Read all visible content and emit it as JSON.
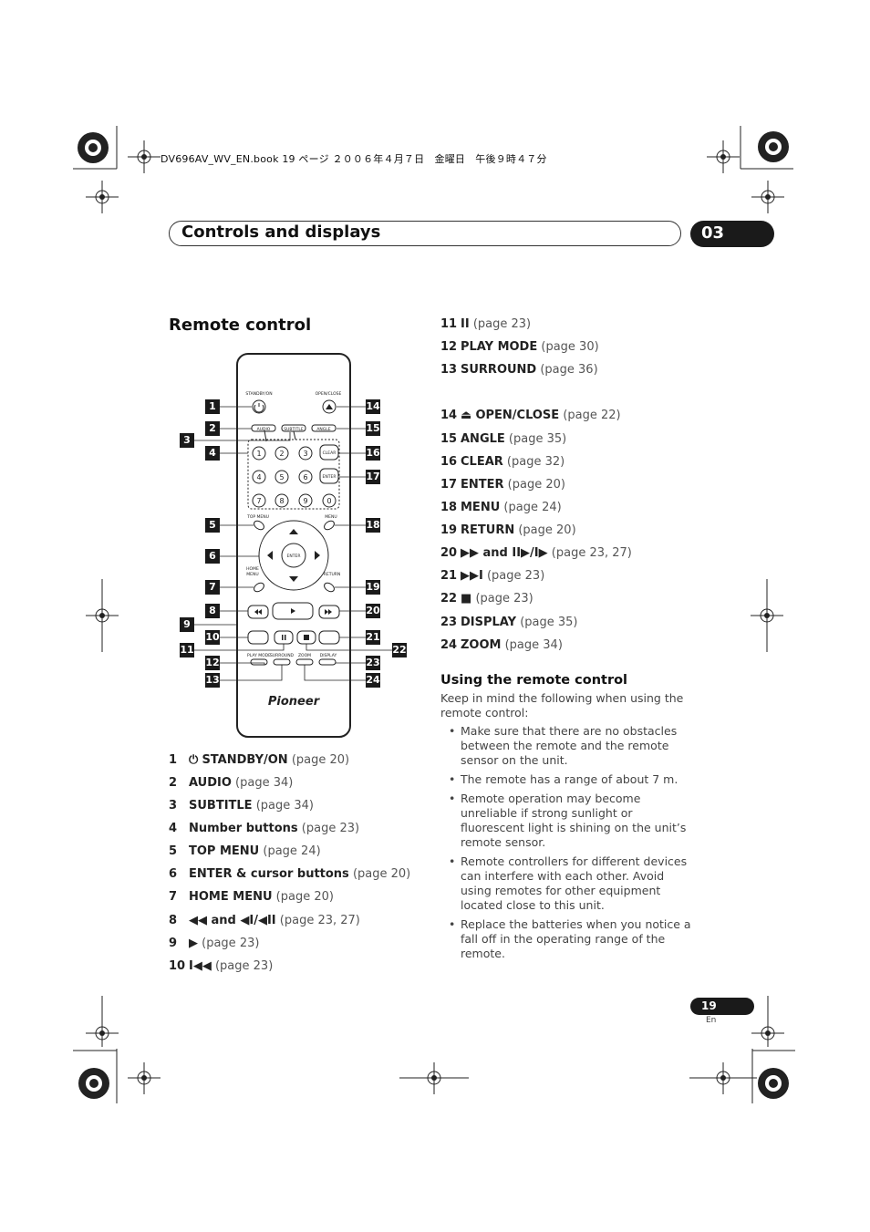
{
  "header": {
    "book_line": "DV696AV_WV_EN.book  19 ページ  ２００６年４月７日　金曜日　午後９時４７分"
  },
  "section": {
    "title": "Controls and displays",
    "chapter": "03"
  },
  "remote": {
    "heading": "Remote control",
    "labels": {
      "standby": "STANDBY/ON",
      "open_close": "OPEN/CLOSE",
      "audio": "AUDIO",
      "subtitle": "SUBTITLE",
      "angle": "ANGLE",
      "clear": "CLEAR",
      "enter_small": "ENTER",
      "top_menu": "TOP MENU",
      "menu": "MENU",
      "enter": "ENTER",
      "home": "HOME",
      "home_menu": "MENU",
      "return": "RETURN",
      "play_mode": "PLAY MODE",
      "surround": "SURROUND",
      "zoom": "ZOOM",
      "display": "DISPLAY",
      "brand": "Pioneer",
      "digits": [
        "1",
        "2",
        "3",
        "4",
        "5",
        "6",
        "7",
        "8",
        "9",
        "0"
      ]
    },
    "callouts_left": [
      "1",
      "2",
      "3",
      "4",
      "5",
      "6",
      "7",
      "8",
      "9",
      "10",
      "11",
      "12",
      "13"
    ],
    "callouts_right": [
      "14",
      "15",
      "16",
      "17",
      "18",
      "19",
      "20",
      "21",
      "22",
      "23",
      "24"
    ]
  },
  "list_left": [
    {
      "num": "1",
      "sym": "⏻",
      "label": "STANDBY/ON",
      "page": "(page 20)"
    },
    {
      "num": "2",
      "sym": "",
      "label": "AUDIO",
      "page": "(page 34)"
    },
    {
      "num": "3",
      "sym": "",
      "label": "SUBTITLE",
      "page": "(page 34)"
    },
    {
      "num": "4",
      "sym": "",
      "label": "Number buttons",
      "page": "(page 23)"
    },
    {
      "num": "5",
      "sym": "",
      "label": "TOP MENU",
      "page": "(page 24)"
    },
    {
      "num": "6",
      "sym": "",
      "label": "ENTER & cursor buttons",
      "page": "(page 20)"
    },
    {
      "num": "7",
      "sym": "",
      "label": "HOME MENU",
      "page": "(page 20)"
    },
    {
      "num": "8",
      "sym": "",
      "label": "◀◀ and ◀I/◀II",
      "page": "(page 23, 27)"
    },
    {
      "num": "9",
      "sym": "",
      "label": "▶",
      "page": "(page 23)"
    },
    {
      "num": "10",
      "sym": "",
      "label": "I◀◀",
      "page": "(page 23)"
    }
  ],
  "list_right": [
    {
      "num": "11",
      "sym": "",
      "label": "II",
      "page": "(page 23)"
    },
    {
      "num": "12",
      "sym": "",
      "label": "PLAY MODE",
      "page": "(page 30)"
    },
    {
      "num": "13",
      "sym": "",
      "label": "SURROUND",
      "page": "(page 36)"
    },
    {
      "num": "14",
      "sym": "⏏",
      "label": "OPEN/CLOSE",
      "page": "(page 22)"
    },
    {
      "num": "15",
      "sym": "",
      "label": "ANGLE",
      "page": "(page 35)"
    },
    {
      "num": "16",
      "sym": "",
      "label": "CLEAR",
      "page": "(page 32)"
    },
    {
      "num": "17",
      "sym": "",
      "label": "ENTER",
      "page": "(page 20)"
    },
    {
      "num": "18",
      "sym": "",
      "label": "MENU",
      "page": "(page 24)"
    },
    {
      "num": "19",
      "sym": "",
      "label": "RETURN",
      "page": "(page 20)"
    },
    {
      "num": "20",
      "sym": "",
      "label": "▶▶ and II▶/I▶",
      "page": "(page 23, 27)"
    },
    {
      "num": "21",
      "sym": "",
      "label": "▶▶I",
      "page": "(page 23)"
    },
    {
      "num": "22",
      "sym": "",
      "label": "■",
      "page": "(page 23)"
    },
    {
      "num": "23",
      "sym": "",
      "label": "DISPLAY",
      "page": "(page 35)"
    },
    {
      "num": "24",
      "sym": "",
      "label": "ZOOM",
      "page": "(page 34)"
    }
  ],
  "using": {
    "heading": "Using the remote control",
    "intro": "Keep in mind the following when using the remote control:",
    "bullets": [
      "Make sure that there are no obstacles between the remote and the remote sensor on the unit.",
      "The remote has a range of about 7 m.",
      "Remote operation may become unreliable if strong sunlight or fluorescent light is shining on the unit’s remote sensor.",
      "Remote controllers for different devices can interfere with each other. Avoid using remotes for other equipment located close to this unit.",
      "Replace the batteries when you notice a fall off in the operating range of the remote."
    ]
  },
  "footer": {
    "page": "19",
    "lang": "En"
  }
}
